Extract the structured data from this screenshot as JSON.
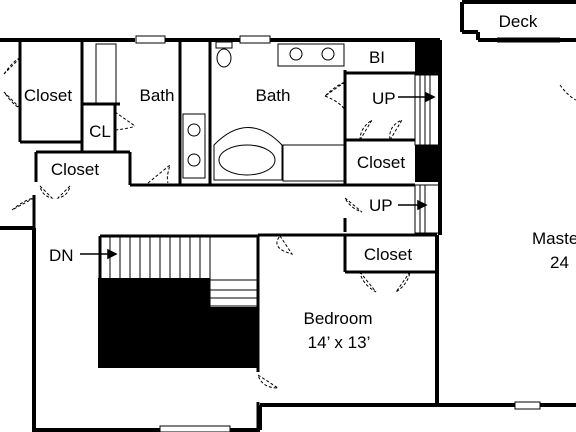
{
  "plan": {
    "rooms": {
      "deck": "Deck",
      "closet_left": "Closet",
      "bath_1": "Bath",
      "bath_2": "Bath",
      "bi": "BI",
      "cl": "CL",
      "closet_hall": "Closet",
      "closet_right": "Closet",
      "closet_bedroom": "Closet",
      "bedroom": "Bedroom",
      "bedroom_size": "14’ x 13’",
      "master": "Master",
      "master_size": "24"
    },
    "annotations": {
      "up_1": "UP",
      "up_2": "UP",
      "dn": "DN"
    }
  }
}
